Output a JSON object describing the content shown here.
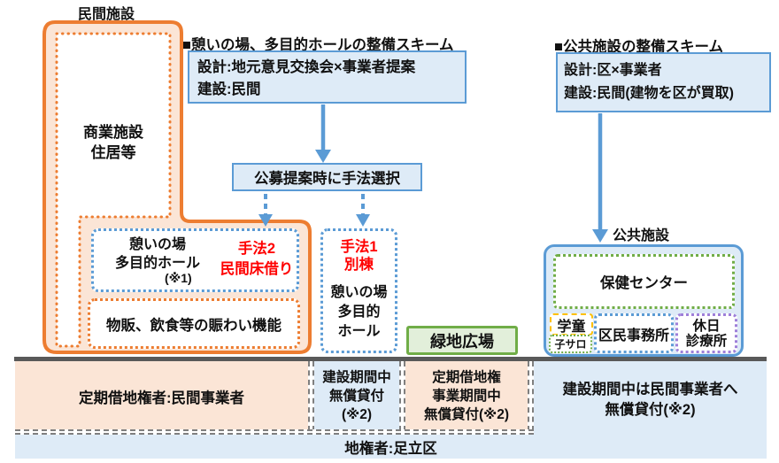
{
  "labels": {
    "private_facility": "民間施設",
    "public_facility": "公共施設"
  },
  "private": {
    "commercial_line1": "商業施設",
    "commercial_line2": "住居等",
    "ikoi_line1": "憩いの場",
    "ikoi_line2": "多目的ホール",
    "ikoi_note": "(※1)",
    "method2_title": "手法2",
    "method2_detail": "民間床借り",
    "retail": "物販、飲食等の賑わい機能"
  },
  "method1": {
    "title": "手法1",
    "detail": "別棟",
    "line1": "憩いの場",
    "line2": "多目的",
    "line3": "ホール"
  },
  "green_plaza": "緑地広場",
  "scheme_left": {
    "header": "■憩いの場、多目的ホールの整備スキーム",
    "design": "設計:地元意見交換会×事業者提案",
    "construction": "建設:民間",
    "selection": "公募提案時に手法選択"
  },
  "scheme_right": {
    "header": "■公共施設の整備スキーム",
    "design": "設計:区×事業者",
    "construction": "建設:民間(建物を区が買取)"
  },
  "public": {
    "health_center": "保健センター",
    "gakudo": "学童",
    "kosaro": "子サロ",
    "kumin_office": "区民事務所",
    "holiday_line1": "休日",
    "holiday_line2": "診療所"
  },
  "band": {
    "section_a": "定期借地権者:民間事業者",
    "section_b_line1": "建設期間中",
    "section_b_line2": "無償貸付",
    "section_b_line3": "(※2)",
    "section_c_line1": "定期借地権",
    "section_c_line2": "事業期間中",
    "section_c_line3": "無償貸付(※2)",
    "section_d_line1": "建設期間中は民間事業者へ",
    "section_d_line2": "無償貸付(※2)",
    "owner": "地権者:足立区"
  },
  "colors": {
    "orange": "#ED7D31",
    "peach": "#FBE5D6",
    "blue": "#5B9BD5",
    "light_blue": "#DEEBF7",
    "green": "#70AD47",
    "light_green": "#E2EFDA",
    "yellow": "#FFC000",
    "purple": "#9E7FD9",
    "red": "#FF0000",
    "ground_gray": "#595959"
  }
}
